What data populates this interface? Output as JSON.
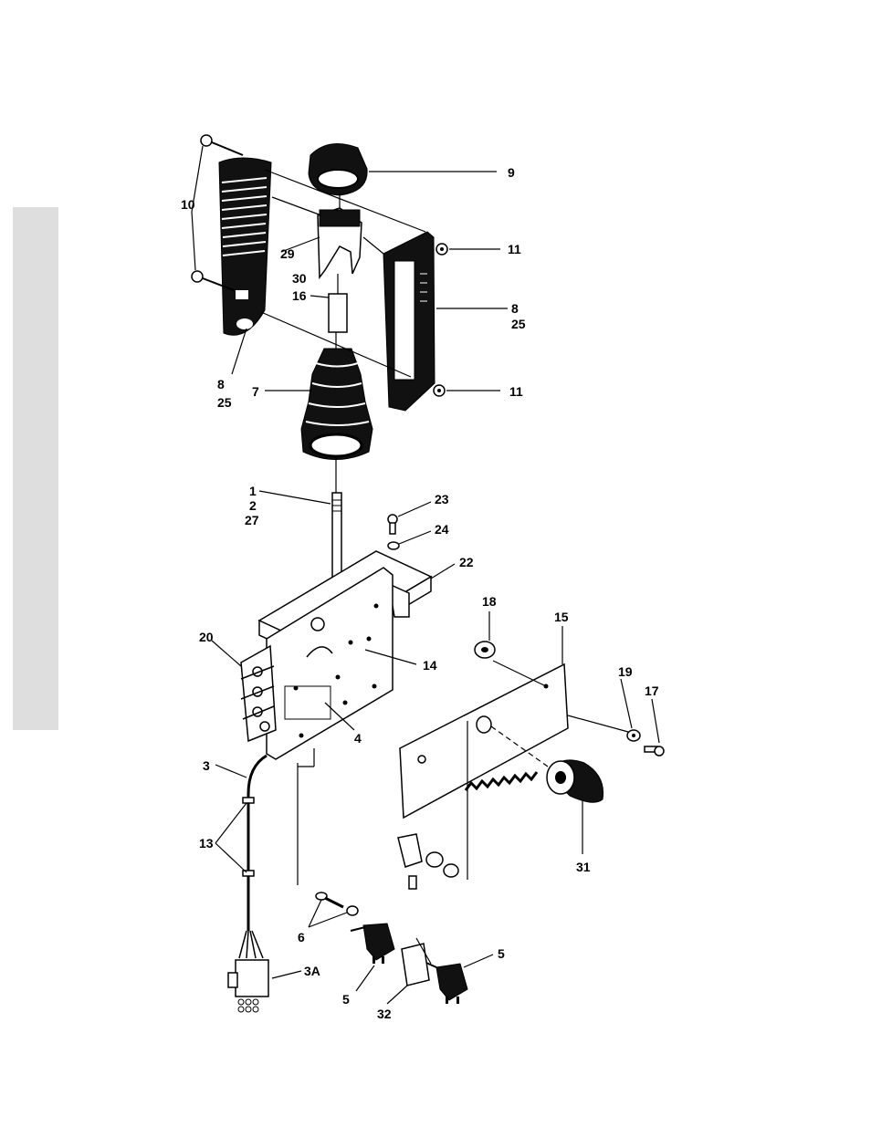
{
  "sidebar_tab_color": "#dedede",
  "labels": {
    "l9": "9",
    "l10": "10",
    "l11a": "11",
    "l11b": "11",
    "l29": "29",
    "l30": "30",
    "l16": "16",
    "l8a": "8",
    "l25a": "25",
    "l8b": "8",
    "l25b": "25",
    "l7": "7",
    "l1": "1",
    "l2": "2",
    "l27": "27",
    "l23": "23",
    "l24": "24",
    "l22": "22",
    "l18": "18",
    "l15": "15",
    "l20": "20",
    "l14": "14",
    "l4": "4",
    "l19": "19",
    "l17": "17",
    "l3": "3",
    "l13": "13",
    "l31": "31",
    "l6": "6",
    "l5a": "5",
    "l5b": "5",
    "l3A": "3A",
    "l32": "32"
  }
}
